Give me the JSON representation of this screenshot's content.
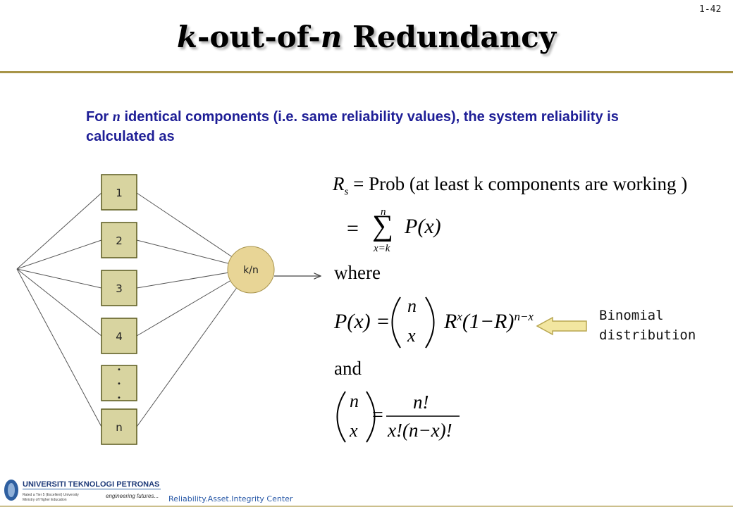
{
  "slide": {
    "number": "1-42",
    "title": {
      "k": "k",
      "mid": "-out-of-",
      "n": "n",
      "rest": " Redundancy"
    },
    "intro": {
      "part1": "For ",
      "n_var": "n",
      "part2": " identical components (i.e. same reliability values), the system reliability is calculated as"
    }
  },
  "diagram": {
    "components": [
      "1",
      "2",
      "3",
      "4",
      "n"
    ],
    "ellipsis": "•",
    "voter_label": "k/n"
  },
  "equations": {
    "rs_symbol": "R",
    "rs_sub": "s",
    "rs_def": "= Prob (at least k components  are working )",
    "sum_upper": "n",
    "sum_lower": "x=k",
    "sum_expr": "P(x)",
    "where": "where",
    "binom_lhs": "P(x) =",
    "binom_top": "n",
    "binom_bottom": "x",
    "binom_rhs_r": "R",
    "binom_rhs_exp1": "x",
    "binom_rhs_mid": "(1−R)",
    "binom_rhs_exp2": "n−x",
    "and": "and",
    "comb_top": "n",
    "comb_bottom": "x",
    "frac_num": "n!",
    "frac_den": "x!(n−x)!"
  },
  "callout": {
    "line1": "Binomial",
    "line2": "distribution"
  },
  "footer": {
    "university": "UNIVERSITI TEKNOLOGI PETRONAS",
    "tagline": "engineering futures...",
    "rating": "Rated a Tier 5 (Excellent) University",
    "ministry": "Ministry of Higher Education",
    "center": "Reliability.Asset.Integrity Center"
  },
  "colors": {
    "box_fill": "#d8d4a0",
    "box_stroke": "#5a5a1e",
    "voter_fill": "#e8d596",
    "arrow_fill": "#f2e6a0",
    "arrow_stroke": "#b8a650",
    "accent_rule": "#a89548"
  }
}
